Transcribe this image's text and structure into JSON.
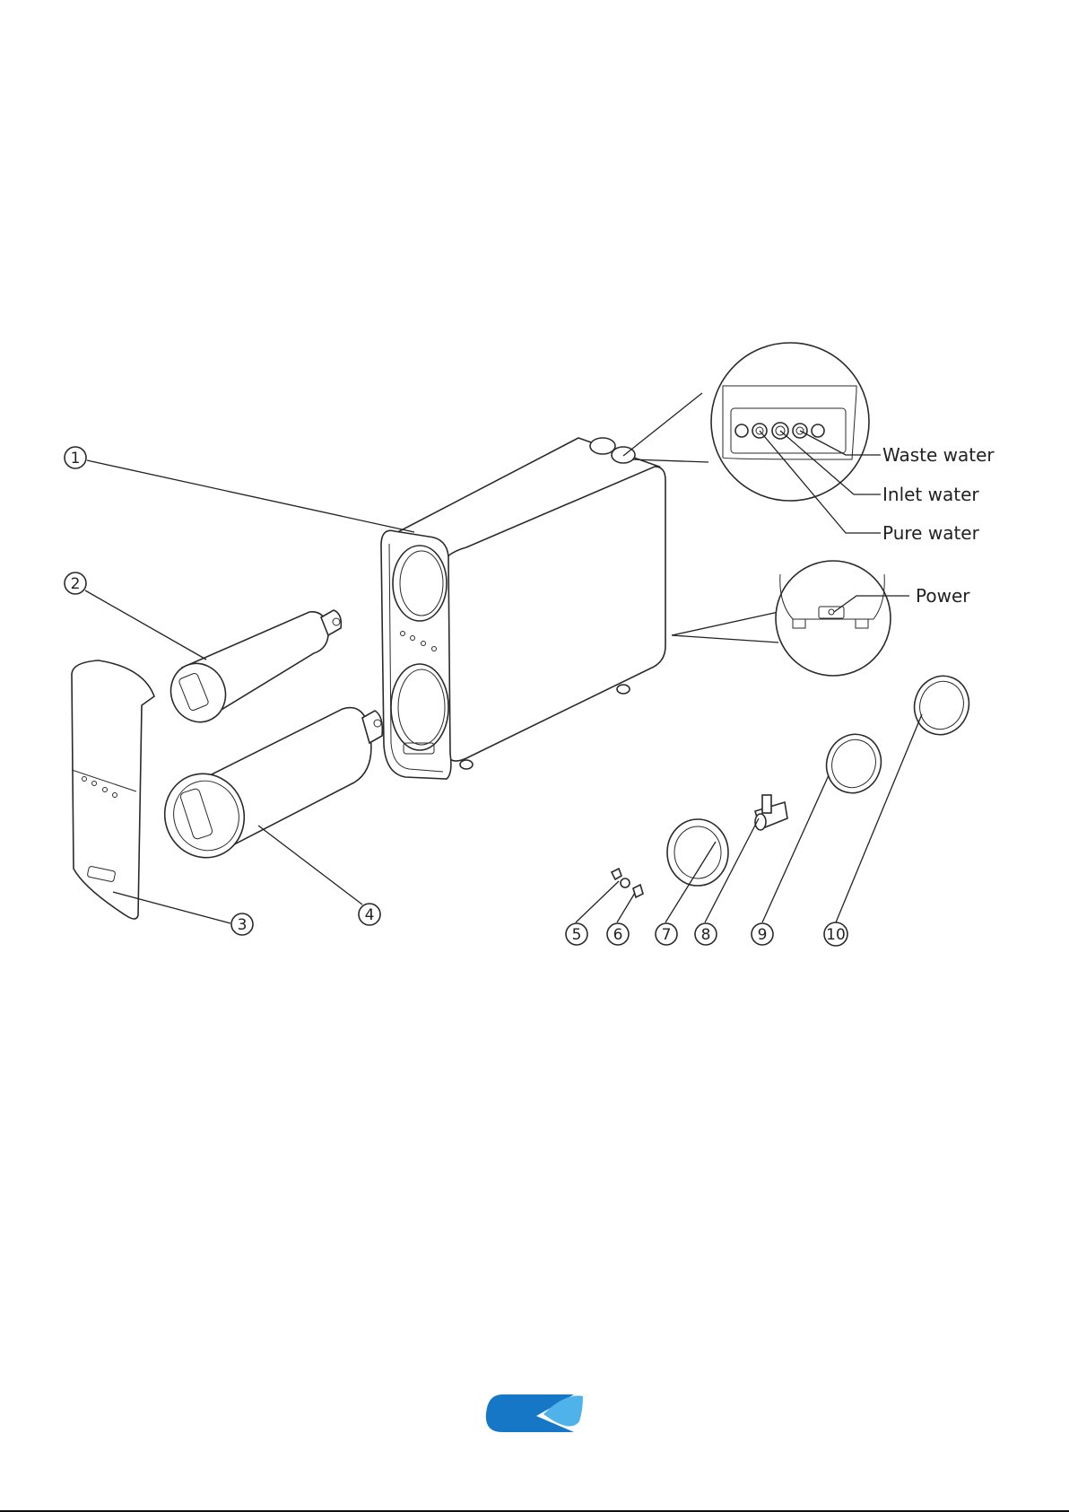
{
  "callouts": {
    "waste": "Waste water",
    "inlet": "Inlet water",
    "pure": "Pure water",
    "power": "Power"
  },
  "part_numbers": [
    "1",
    "2",
    "3",
    "4",
    "5",
    "6",
    "7",
    "8",
    "9",
    "10"
  ],
  "logo": {
    "colors": {
      "primary": "#1577c6",
      "light": "#4fb3ea"
    }
  }
}
